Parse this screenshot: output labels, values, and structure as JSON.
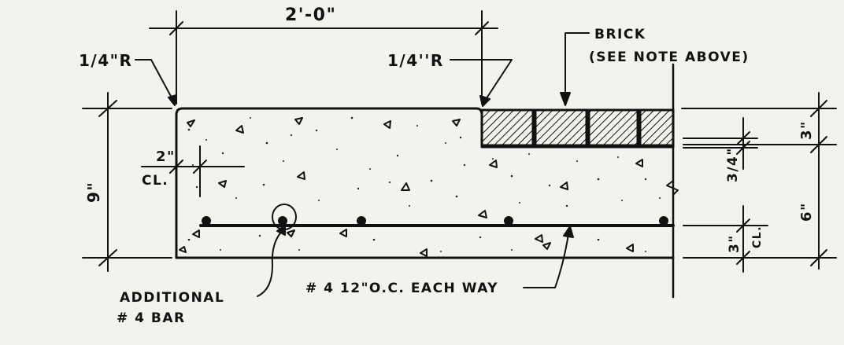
{
  "labels": {
    "width_dim": "2'-0\"",
    "radius_left": "1/4\"R",
    "radius_right": "1/4''R",
    "brick_title": "BRICK",
    "brick_note": "(SEE NOTE ABOVE)",
    "depth_total": "9\"",
    "clear_top_value": "2\"",
    "clear_top_cl": "CL.",
    "brick_height": "3\"",
    "joint": "3/4\"",
    "slab_depth": "6\"",
    "clear_bottom_value": "3\"",
    "clear_bottom_cl": "CL.",
    "additional_line1": "ADDITIONAL",
    "additional_line2": "# 4 BAR",
    "rebar_callout": "# 4  12\"O.C. EACH WAY"
  },
  "colors": {
    "paper": "#f3f2ee",
    "ink": "#111111"
  }
}
